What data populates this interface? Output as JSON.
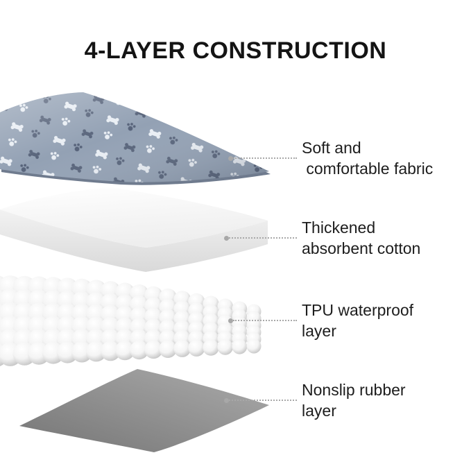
{
  "title": "4-LAYER CONSTRUCTION",
  "annotations": [
    {
      "id": "soft-comfortable-fabric",
      "line1": "Soft and",
      "line2": " comfortable fabric"
    },
    {
      "id": "thickened-absorbent-cotton",
      "line1": "Thickened",
      "line2": "absorbent cotton"
    },
    {
      "id": "tpu-waterproof-layer",
      "line1": "TPU waterproof",
      "line2": "layer"
    },
    {
      "id": "nonslip-rubber-layer",
      "line1": "Nonslip rubber",
      "line2": "layer"
    }
  ],
  "colors": {
    "background": "#ffffff",
    "title_text": "#141414",
    "label_text": "#1d1d1d",
    "leader_line": "#a8a8a8",
    "fabric_base": "#93a1b4",
    "fabric_motif_light": "#e9eef4",
    "fabric_motif_dark": "#57637a",
    "cotton_face": "#ffffff",
    "cotton_edge": "#e0e0e0",
    "bubble_highlight": "#ffffff",
    "bubble_shadow": "#c3c3c3",
    "rubber_light": "#ababab",
    "rubber_dark": "#757575"
  }
}
